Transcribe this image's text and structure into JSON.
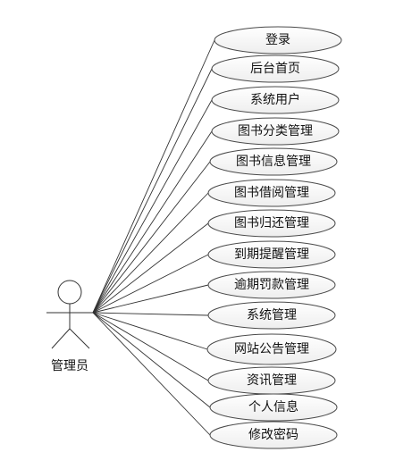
{
  "diagram": {
    "actor": {
      "name": "管理员"
    },
    "use_cases": [
      {
        "label": "登录"
      },
      {
        "label": "后台首页"
      },
      {
        "label": "系统用户"
      },
      {
        "label": "图书分类管理"
      },
      {
        "label": "图书信息管理"
      },
      {
        "label": "图书借阅管理"
      },
      {
        "label": "图书归还管理"
      },
      {
        "label": "到期提醒管理"
      },
      {
        "label": "逾期罚款管理"
      },
      {
        "label": "系统管理"
      },
      {
        "label": "网站公告管理"
      },
      {
        "label": "资讯管理"
      },
      {
        "label": "个人信息"
      },
      {
        "label": "修改密码"
      }
    ]
  }
}
